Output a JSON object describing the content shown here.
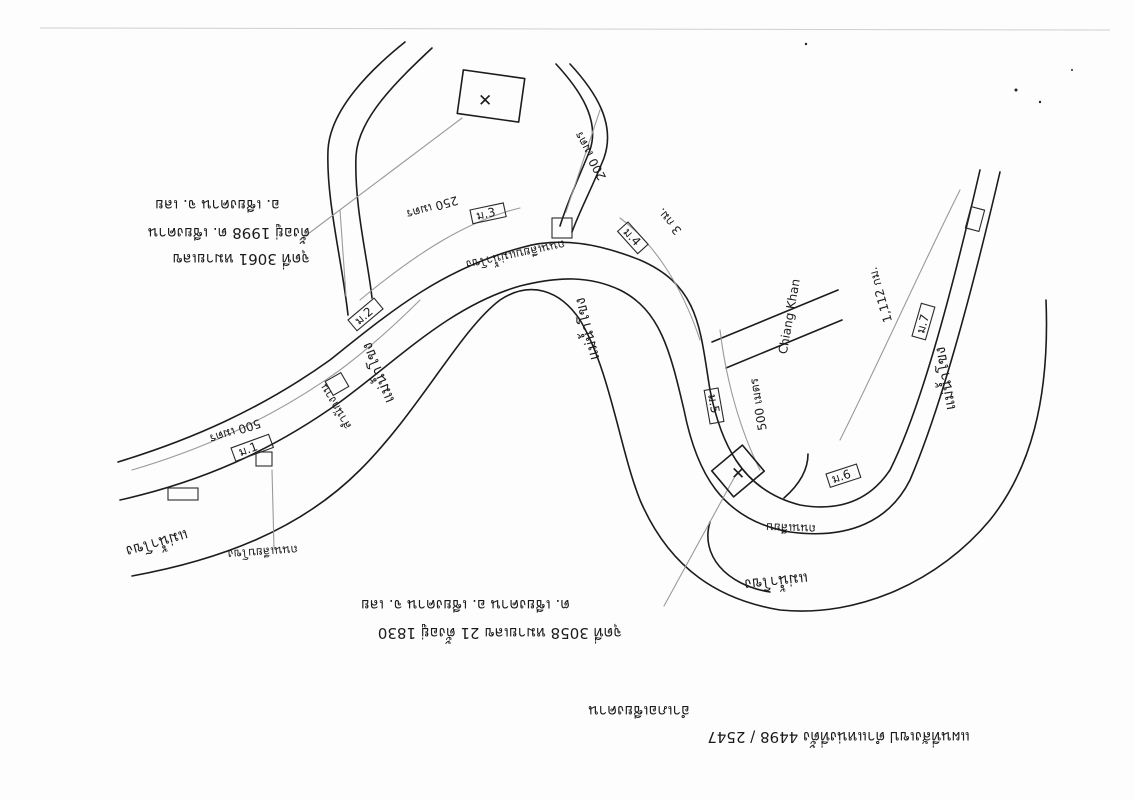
{
  "sketch": {
    "scale_labels": {
      "north_road_a": "250 เมตร",
      "north_road_b": "200 เมตร",
      "west_road": "500 เมตร",
      "mid_road": "500 เมตร",
      "east_road": "1,112 กม.",
      "upper_road": "3 กม."
    },
    "landmarks": {
      "spot_east": "Chiang Khan",
      "spot_mid_road": "ถนนเลียบแม่น้ำโขง",
      "spot_west": "สำนักงาน",
      "spot_south": "ถนนเลียบโขง",
      "road_bottom": "ถนนเลียบ"
    },
    "river_labels": {
      "river_center": "แม่น้ำโขง",
      "river_west": "แม่น้ำโขง",
      "river_east": "แม่น้ำโขง",
      "river_south": "แม่น้ำโขง",
      "river_far_west": "แม่น้ำโขง"
    },
    "markers": {
      "ma_1": "ม.1",
      "ma_2": "ม.2",
      "ma_3": "ม.3",
      "ma_4": "ม.4",
      "ma_5": "ม.5",
      "ma_6": "ม.6",
      "ma_7": "ม.7"
    },
    "notes": {
      "north_note_line1": "จุดที่ 3061 หมายเลข",
      "north_note_line2": "ตั้งอยู่ 1998 ต. เชียงคาน",
      "north_note_line3": "อ. เชียงคาน จ. เลย",
      "south_note_line1": "จุดที่ 3058 หมายเลข 21 ตั้งอยู่ 1830",
      "south_note_line2": "ต. เชียงคาน อ. เชียงคาน จ. เลย",
      "footer_line1": "แผนที่สังเขป ตำแหน่งที่ตั้ง 4498 / 2547",
      "footer_line2": "อำเภอเชียงคาน"
    }
  }
}
